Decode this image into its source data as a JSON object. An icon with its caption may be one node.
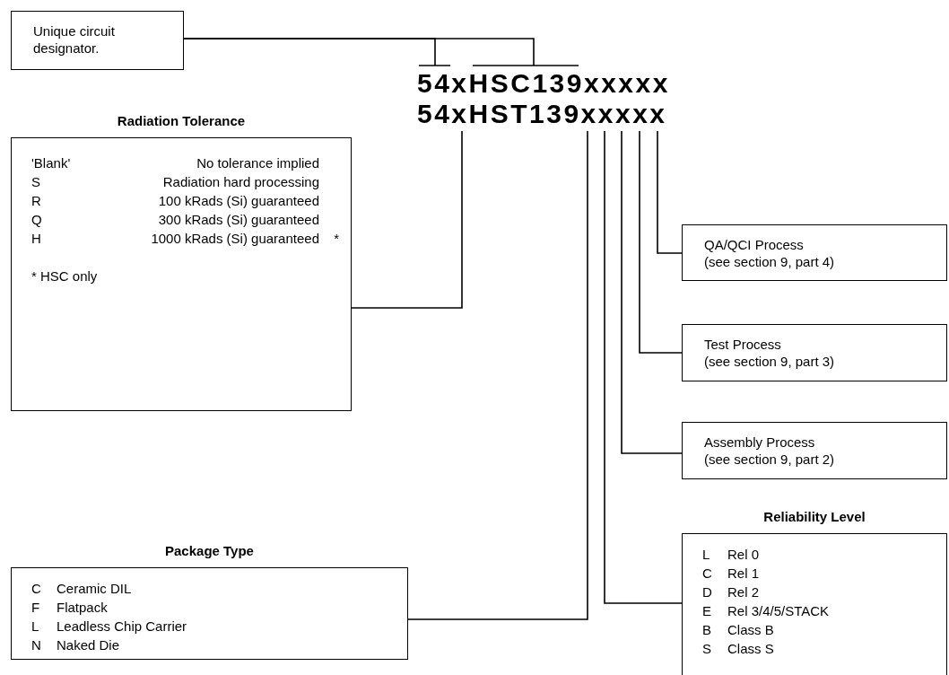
{
  "diagram": {
    "nodes": [
      {
        "text": [
          "Unique circuit designator."
        ]
      },
      {
        "text": [
          "54xHSC139xxxxx",
          "54xHST139xxxxx"
        ]
      },
      {
        "text": [
          "Radiation Tolerance",
          "'Blank'",
          "No tolerance implied",
          "S",
          "Radiation hard processing",
          "R",
          "100 kRads (Si) guaranteed",
          "Q",
          "300 kRads (Si) guaranteed",
          "H",
          "1000 kRads (Si) guaranteed",
          "*",
          "* HSC only"
        ]
      },
      {
        "text": [
          "QA/QCI Process",
          "(see section 9, part 4)"
        ]
      },
      {
        "text": [
          "Test Process",
          "(see section 9, part 3)"
        ]
      },
      {
        "text": [
          "Assembly Process",
          "(see section 9, part 2)"
        ]
      },
      {
        "text": [
          "Package Type",
          "C",
          "Ceramic DIL",
          "F",
          "Flatpack",
          "L",
          "Leadless Chip Carrier",
          "N",
          "Naked Die"
        ]
      },
      {
        "text": [
          "Reliability Level",
          "L",
          "Rel 0",
          "C",
          "Rel 1",
          "D",
          "Rel 2",
          "E",
          "Rel 3/4/5/STACK",
          "B",
          "Class B",
          "S",
          "Class S"
        ]
      }
    ],
    "edges": [
      {
        "from": 0,
        "to": 1,
        "arrow": "other"
      },
      {
        "from": 0,
        "to": 1,
        "arrow": "other"
      },
      {
        "from": 2,
        "to": 1,
        "arrow": "none"
      },
      {
        "from": 3,
        "to": 1,
        "arrow": "none"
      },
      {
        "from": 4,
        "to": 1,
        "arrow": "none"
      },
      {
        "from": 5,
        "to": 1,
        "arrow": "none"
      },
      {
        "from": 6,
        "to": 1,
        "arrow": "none"
      },
      {
        "from": 7,
        "to": 1,
        "arrow": "none"
      }
    ]
  }
}
